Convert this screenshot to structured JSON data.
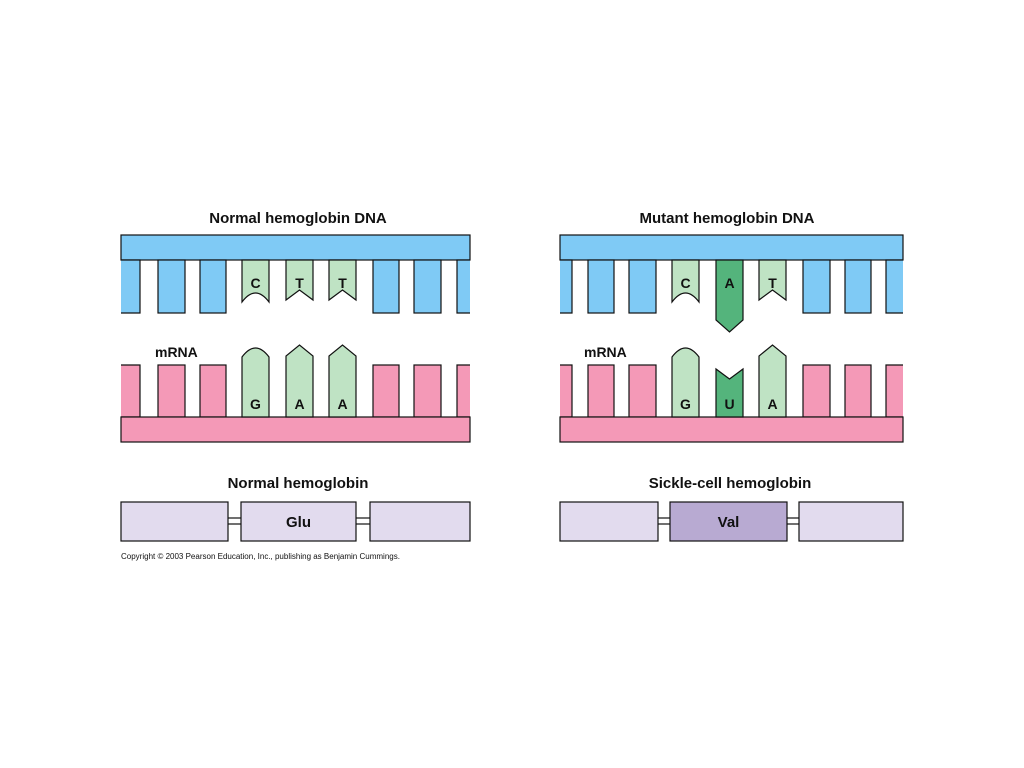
{
  "colors": {
    "dna_backbone": "#7fcaf5",
    "mrna_backbone": "#f499b7",
    "normal_base": "#bfe3c4",
    "mutant_base": "#54b47c",
    "protein_segment": "#e2dbee",
    "protein_highlight": "#b8aad2",
    "outline": "#111111"
  },
  "normal": {
    "dna_title": "Normal hemoglobin DNA",
    "mrna_label": "mRNA",
    "dna_bases": [
      "C",
      "T",
      "T"
    ],
    "mrna_bases": [
      "G",
      "A",
      "A"
    ],
    "protein_title": "Normal hemoglobin",
    "amino_acid": "Glu"
  },
  "mutant": {
    "dna_title": "Mutant hemoglobin DNA",
    "mrna_label": "mRNA",
    "dna_bases": [
      "C",
      "A",
      "T"
    ],
    "mrna_bases": [
      "G",
      "U",
      "A"
    ],
    "mutated_index": 1,
    "protein_title": "Sickle-cell hemoglobin",
    "amino_acid": "Val"
  },
  "copyright": "Copyright © 2003 Pearson Education, Inc., publishing as Benjamin Cummings."
}
